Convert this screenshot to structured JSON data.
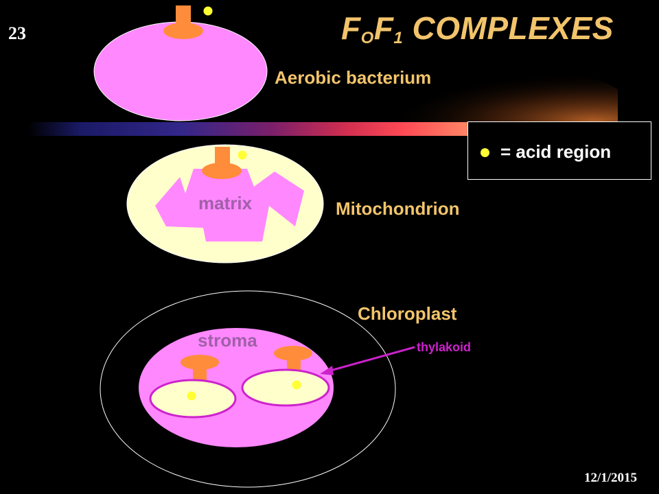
{
  "slide": {
    "number": "23",
    "title_main_1": "F",
    "title_sub_1": "O",
    "title_main_2": "F",
    "title_sub_2": "1",
    "title_main_3": " COMPLEXES",
    "date": "12/1/2015"
  },
  "labels": {
    "aerobic_bacterium": "Aerobic bacterium",
    "mitochondrion": "Mitochondrion",
    "matrix": "matrix",
    "chloroplast": "Chloroplast",
    "stroma": "stroma",
    "thylakoid": "thylakoid"
  },
  "legend": {
    "text": "= acid region",
    "dot_color": "#ffff33"
  },
  "colors": {
    "cytoplasm_pink": "#ff88ff",
    "membrane_cream": "#ffffcc",
    "complex_orange": "#ff8c3a",
    "thylakoid_border": "#cc22cc",
    "acid_dot_yellow": "#ffff33",
    "label_gold": "#f2c46b"
  }
}
